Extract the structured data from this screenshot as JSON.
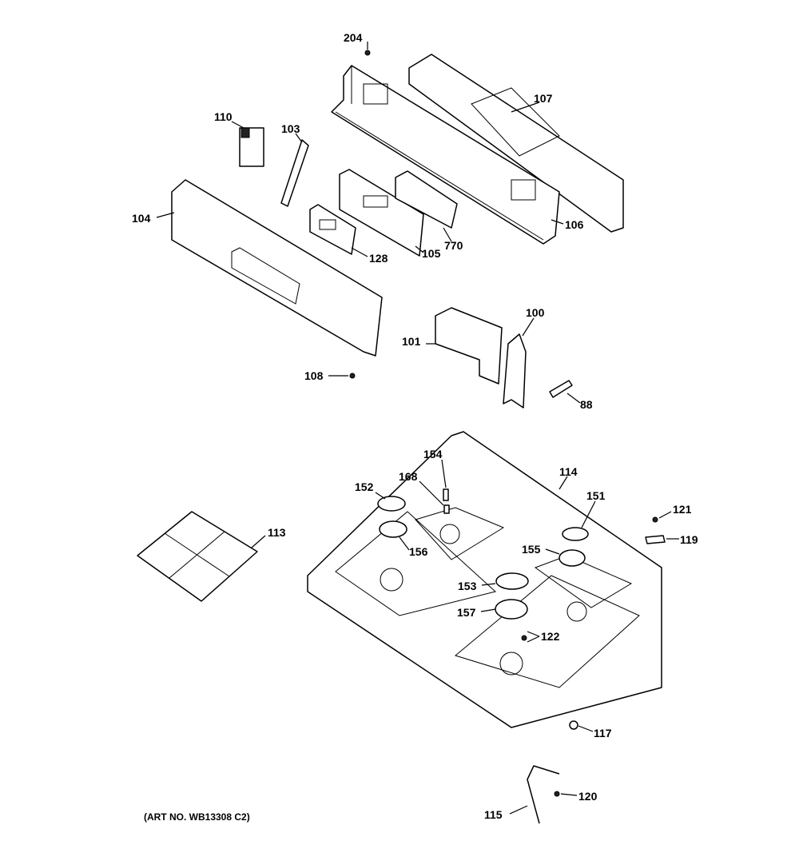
{
  "diagram": {
    "art_number": "(ART NO. WB13308 C2)",
    "callouts": {
      "p204": "204",
      "p107": "107",
      "p110": "110",
      "p103": "103",
      "p104": "104",
      "p106": "106",
      "p770": "770",
      "p105": "105",
      "p128": "128",
      "p100": "100",
      "p101": "101",
      "p108": "108",
      "p88": "88",
      "p154": "154",
      "p168": "168",
      "p114": "114",
      "p152": "152",
      "p151": "151",
      "p121": "121",
      "p119": "119",
      "p113": "113",
      "p156": "156",
      "p155": "155",
      "p153": "153",
      "p157": "157",
      "p122": "122",
      "p117": "117",
      "p120": "120",
      "p115": "115"
    }
  }
}
